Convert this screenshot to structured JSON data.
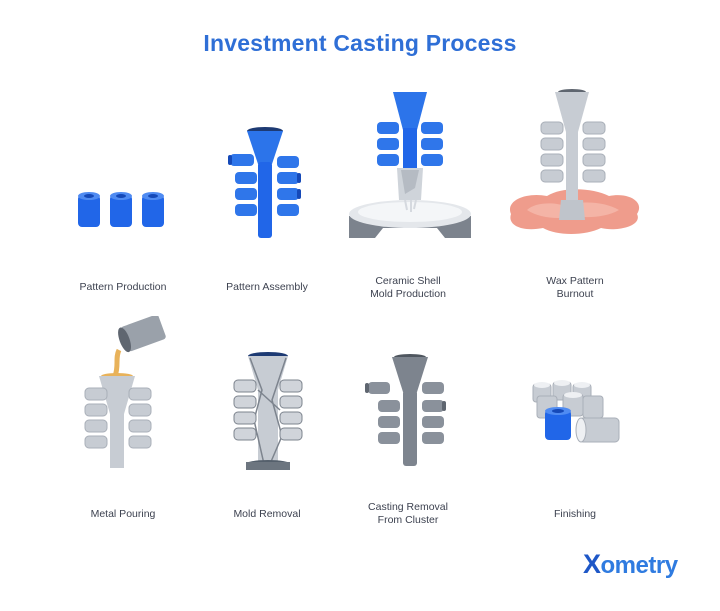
{
  "title": "Investment Casting Process",
  "stages": [
    {
      "line1": "Pattern Production",
      "line2": ""
    },
    {
      "line1": "Pattern Assembly",
      "line2": ""
    },
    {
      "line1": "Ceramic Shell",
      "line2": "Mold Production"
    },
    {
      "line1": "Wax Pattern",
      "line2": "Burnout"
    },
    {
      "line1": "Metal Pouring",
      "line2": ""
    },
    {
      "line1": "Mold Removal",
      "line2": ""
    },
    {
      "line1": "Casting Removal",
      "line2": "From Cluster"
    },
    {
      "line1": "Finishing",
      "line2": ""
    }
  ],
  "brand": {
    "mark": "X",
    "text": "ometry"
  },
  "colors": {
    "title": "#2f6fd6",
    "wax_blue": "#2166e8",
    "ceramic_gray": "#c7ccd3",
    "metal_gray": "#7d848e",
    "wax_melt": "#ef9c8c",
    "molten_metal": "#e8b25a"
  }
}
